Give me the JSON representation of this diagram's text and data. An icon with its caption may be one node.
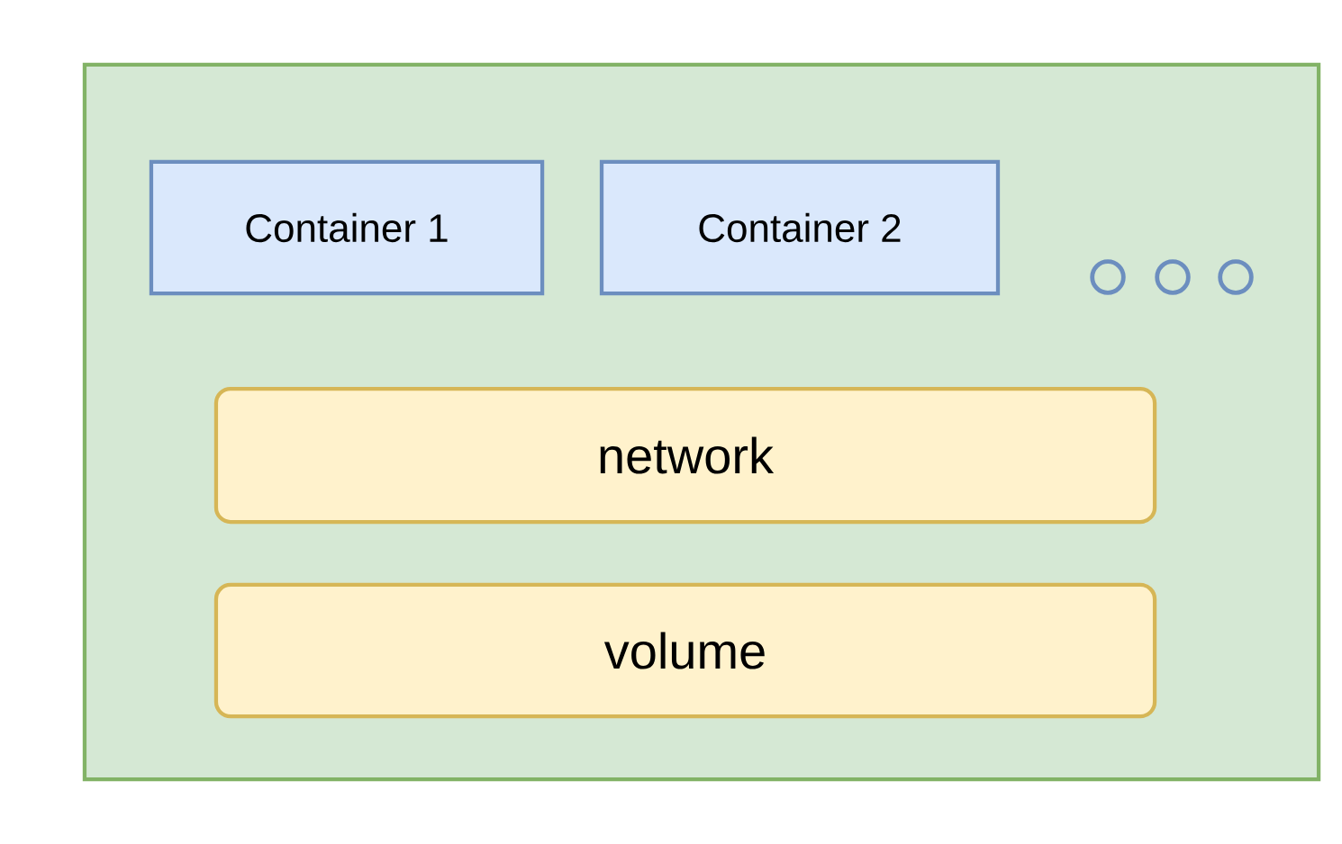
{
  "diagram": {
    "nodes": [
      {
        "text": [],
        "shape": "box"
      },
      {
        "text": [
          "Container 1"
        ],
        "in": 0
      },
      {
        "text": [
          "Container 2"
        ],
        "in": 0
      },
      {
        "text": [
          "network"
        ],
        "in": 0
      },
      {
        "text": [
          "volume"
        ],
        "in": 0
      }
    ],
    "edges": []
  }
}
